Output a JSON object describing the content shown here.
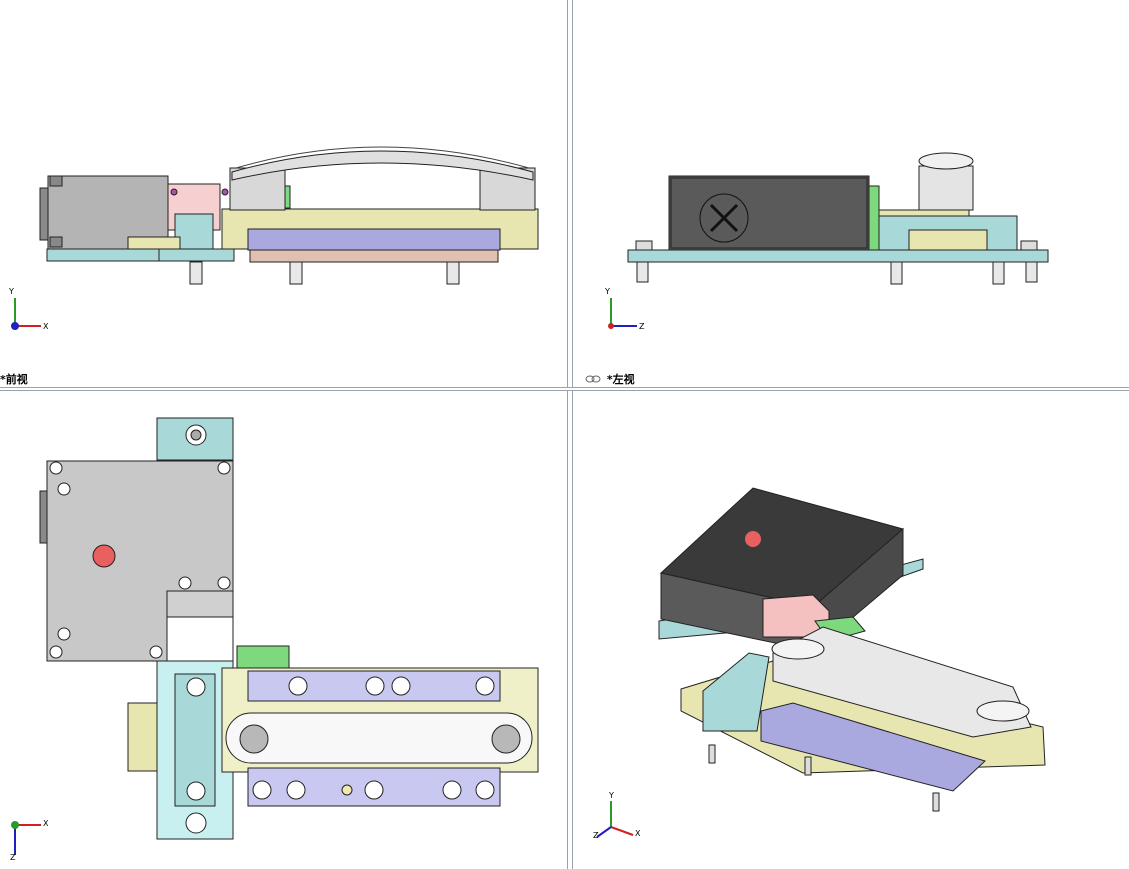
{
  "viewports": {
    "front": {
      "label": "*前视"
    },
    "left": {
      "label": "*左视"
    },
    "top": {
      "label": ""
    },
    "iso": {
      "label": ""
    }
  },
  "axes": {
    "front": {
      "up": "Y",
      "right": "X"
    },
    "left": {
      "up": "Y",
      "right": "Z"
    },
    "top": {
      "down": "Z",
      "right": "X"
    },
    "iso": {
      "up": "Y",
      "left": "Z",
      "right": "X"
    }
  },
  "colors": {
    "base_plate": "#a8d8d8",
    "gray_block": "#b4b4b4",
    "dark_block": "#555555",
    "khaki": "#e8e6b0",
    "lavender": "#a9a9e0",
    "pink": "#f4c0c0",
    "green": "#7ed87e",
    "divider": "#9aa3ad"
  }
}
